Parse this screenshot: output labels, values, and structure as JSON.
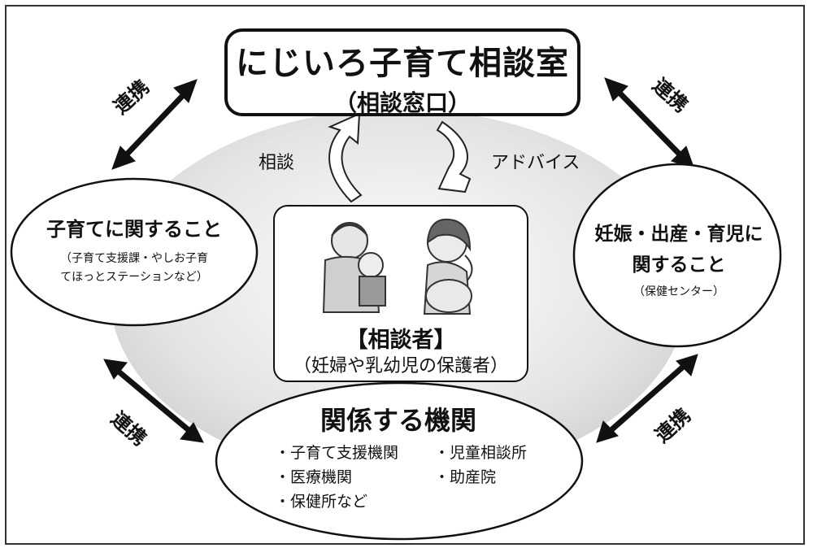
{
  "title_box": {
    "title": "にじいろ子育て相談室",
    "subtitle": "（相談窓口）"
  },
  "flow": {
    "consult_label": "相談",
    "advice_label": "アドバイス"
  },
  "link_label": "連携",
  "consultee": {
    "title": "【相談者】",
    "subtitle": "（妊婦や乳幼児の保護者）"
  },
  "left_node": {
    "title": "子育てに関すること",
    "line1": "（子育て支援課・やしお子育",
    "line2": "てほっとステーションなど）"
  },
  "right_node": {
    "title_line1": "妊娠・出産・育児に",
    "title_line2": "関すること",
    "sub": "（保健センター）"
  },
  "bottom_node": {
    "title": "関係する機関",
    "items_left": [
      "・子育て支援機関",
      "・医療機関",
      "・保健所など"
    ],
    "items_right": [
      "・児童相談所",
      "・助産院"
    ]
  }
}
